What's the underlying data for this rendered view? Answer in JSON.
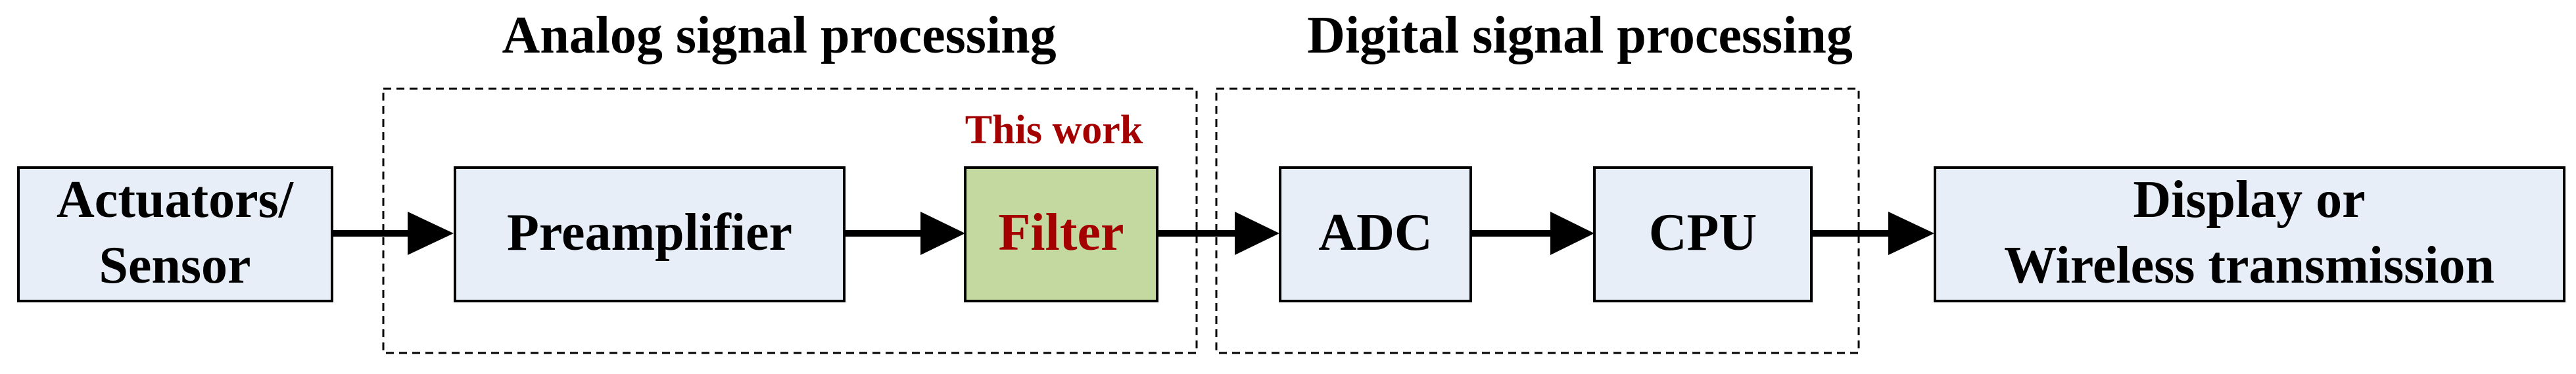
{
  "diagram": {
    "groups": {
      "analog": {
        "title": "Analog signal processing"
      },
      "digital": {
        "title": "Digital signal processing"
      }
    },
    "blocks": {
      "actuators": {
        "line1": "Actuators/",
        "line2": "Sensor"
      },
      "preamplifier": {
        "label": "Preamplifier"
      },
      "filter": {
        "label": "Filter",
        "note": "This work"
      },
      "adc": {
        "label": "ADC"
      },
      "cpu": {
        "label": "CPU"
      },
      "output": {
        "line1": "Display or",
        "line2": "Wireless transmission"
      }
    },
    "colors": {
      "block_fill": "#e7eef8",
      "highlight_fill": "#c3d9a0",
      "highlight_text": "#a50000",
      "stroke": "#000000"
    }
  }
}
